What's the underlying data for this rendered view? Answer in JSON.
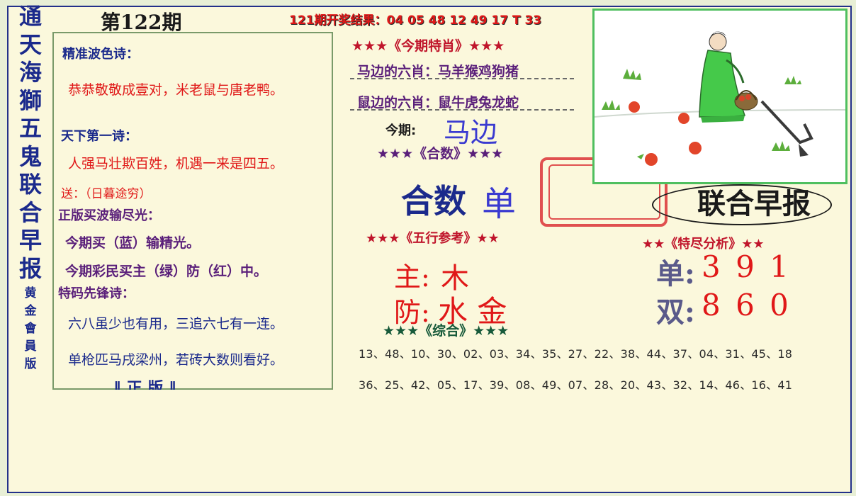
{
  "side_title": [
    "通",
    "天",
    "海",
    "獅",
    "五",
    "鬼",
    "联",
    "合",
    "早",
    "报"
  ],
  "side_sub": [
    "黄",
    "金",
    "會",
    "員",
    "版"
  ],
  "issue": "第122期",
  "result_line": "121期开奖结果：04 05 48 12 49 17 T 33",
  "left": {
    "boshi_title": "精准波色诗：",
    "boshi_text": "恭恭敬敬成壹对，米老鼠与唐老鸭。",
    "diyi_title": "天下第一诗：",
    "diyi_text": "人强马壮欺百姓，机遇一来是四五。",
    "song": "送：（日暮途穷）",
    "zhengban": "正版买波输尽光：",
    "jinqi1": "今期买（蓝）输精光。",
    "jinqi2": "今期彩民买主（绿）防（红）中。",
    "tema_title": "特码先锋诗：",
    "tema1": "六八虽少也有用，三追六七有一连。",
    "tema2": "单枪匹马戌梁州，若砖大数则看好。",
    "bottom_partial": "‖ 正 版 ‖"
  },
  "center": {
    "texiao_head": "★★★《今期特肖》★★★",
    "mabian": "马边的六肖：马羊猴鸡狗猪",
    "shubian": "鼠边的六肖：鼠牛虎兔龙蛇",
    "jinqi_label": "今期:",
    "jinqi_value": "马边",
    "heshu_head": "★★★《合数》★★★",
    "heshu_label": "合数",
    "heshu_value": "单",
    "wuxing_head": "★★★《五行参考》★★",
    "zhu_label": "主:",
    "zhu_value": "木",
    "fang_label": "防:",
    "fang_value": "水 金",
    "zonghe_head": "★★★《综合》★★★",
    "nums_row1": "13、48、10、30、02、03、34、35、27、22、38、44、37、04、31、45、18",
    "nums_row2": "36、25、42、05、17、39、08、49、07、28、20、43、32、14、46、16、41"
  },
  "right": {
    "paper_title": "联合早报",
    "analysis_head": "★★《特尽分析》★★",
    "dan_label": "单:",
    "dan_value": "3 9 1",
    "shuang_label": "双:",
    "shuang_value": "8 6 0"
  },
  "colors": {
    "background": "#fbf8dc",
    "border": "#22308a",
    "red": "#e01818",
    "blue": "#1b2a8c",
    "purple": "#5a1f7a",
    "green_frame": "#4fbf5f"
  }
}
